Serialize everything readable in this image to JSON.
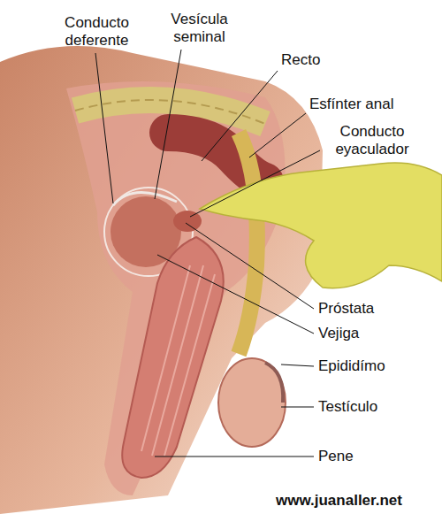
{
  "diagram": {
    "labels": [
      "Conducto deferente",
      "Vesícula seminal",
      "Recto",
      "Esfínter anal",
      "Conducto eyaculador",
      "Próstata",
      "Vejiga",
      "Epididímo",
      "Testículo",
      "Pene",
      "www.juanaller.net"
    ]
  }
}
